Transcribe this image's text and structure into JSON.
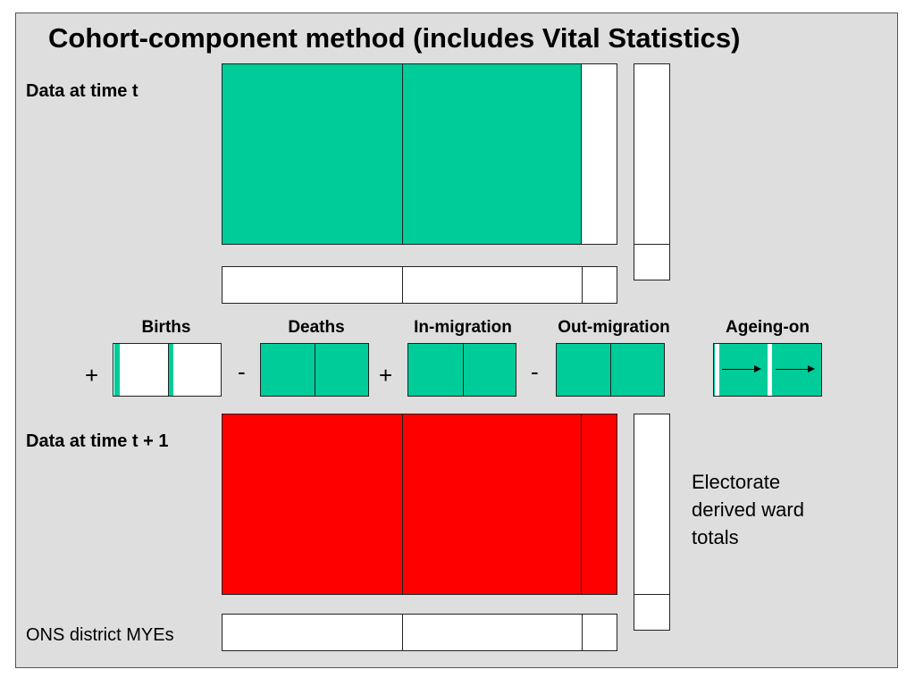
{
  "title": "Cohort-component method (includes Vital Statistics)",
  "labels": {
    "time_t": "Data at time t",
    "time_t1": "Data at time t + 1",
    "ons": "ONS district MYEs",
    "electorate_line1": "Electorate",
    "electorate_line2": "derived ward",
    "electorate_line3": "totals"
  },
  "components": {
    "births": "Births",
    "deaths": "Deaths",
    "in_migration": "In-migration",
    "out_migration": "Out-migration",
    "ageing_on": "Ageing-on"
  },
  "operators": {
    "births": "+",
    "deaths": "-",
    "in_migration": "+",
    "out_migration": "-"
  },
  "colors": {
    "teal": "#00cc99",
    "red": "#ff0000",
    "white": "#ffffff",
    "background": "#dedede"
  }
}
